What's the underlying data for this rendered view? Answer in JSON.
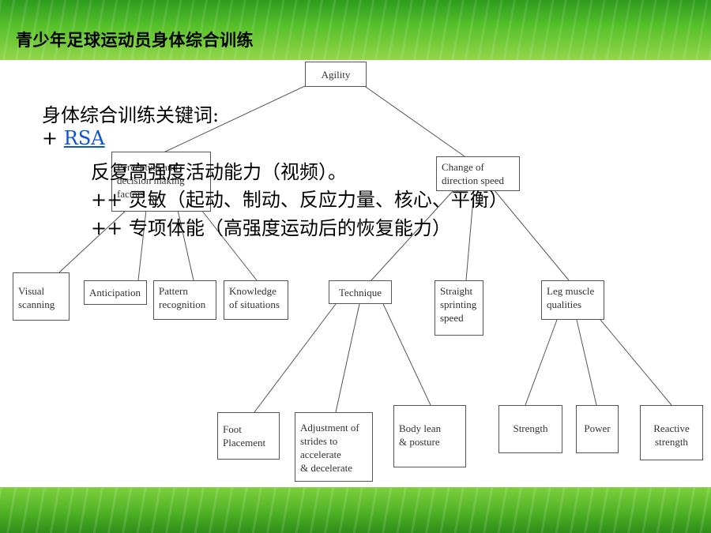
{
  "header": {
    "title": "青少年足球运动员身体综合训练"
  },
  "diagram": {
    "nodes": {
      "agility": [
        "Agility"
      ],
      "perceptual": [
        "Perceptual and",
        "decision making",
        "factors"
      ],
      "cod": [
        "Change of",
        "direction speed"
      ],
      "visual": [
        "Visual",
        "scanning"
      ],
      "anticipation": [
        "Anticipation"
      ],
      "pattern": [
        "Pattern",
        "recognition"
      ],
      "knowledge": [
        "Knowledge",
        "of situations"
      ],
      "technique": [
        "Technique"
      ],
      "straight": [
        "Straight",
        "sprinting",
        "speed"
      ],
      "leg": [
        "Leg muscle",
        "qualities"
      ],
      "foot": [
        "Foot",
        "Placement"
      ],
      "adjust": [
        "Adjustment of",
        "strides to",
        "accelerate",
        "& decelerate"
      ],
      "body": [
        "Body lean",
        "& posture"
      ],
      "strength": [
        "Strength"
      ],
      "power": [
        "Power"
      ],
      "reactive": [
        "Reactive",
        "strength"
      ]
    }
  },
  "content": {
    "heading": "身体综合训练关键词:",
    "rsa_prefix": "+ ",
    "rsa_link": "RSA",
    "line1": "反复高强度活动能力（视频）。",
    "line2": "++ 灵敏（起动、制动、反应力量、核心、平衡）",
    "line3": "++ 专项体能（高强度运动后的恢复能力）"
  }
}
